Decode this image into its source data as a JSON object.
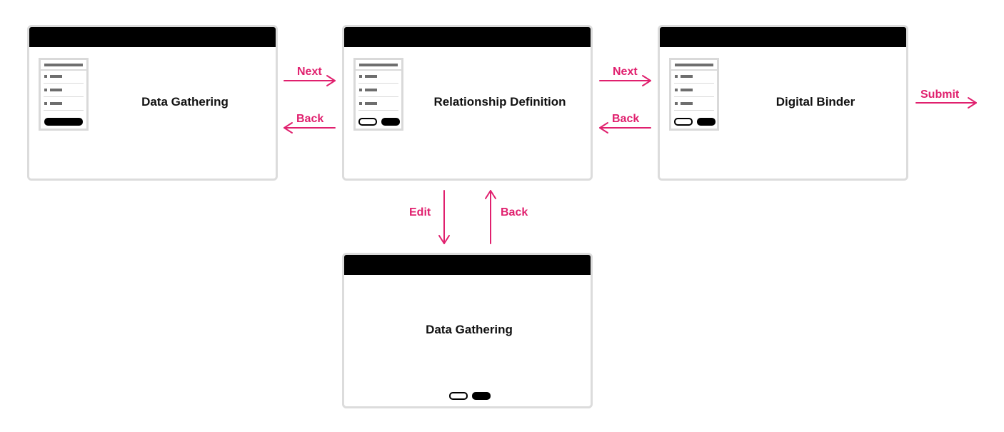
{
  "colors": {
    "accent": "#e0206e",
    "frame": "#dcdcdc",
    "titlebar": "#000000"
  },
  "screens": {
    "data_gathering_top": {
      "label": "Data Gathering"
    },
    "relationship_definition": {
      "label": "Relationship Definition"
    },
    "digital_binder": {
      "label": "Digital Binder"
    },
    "data_gathering_bottom": {
      "label": "Data Gathering"
    }
  },
  "transitions": {
    "next_1": "Next",
    "back_1": "Back",
    "next_2": "Next",
    "back_2": "Back",
    "submit": "Submit",
    "edit": "Edit",
    "back_3": "Back"
  }
}
